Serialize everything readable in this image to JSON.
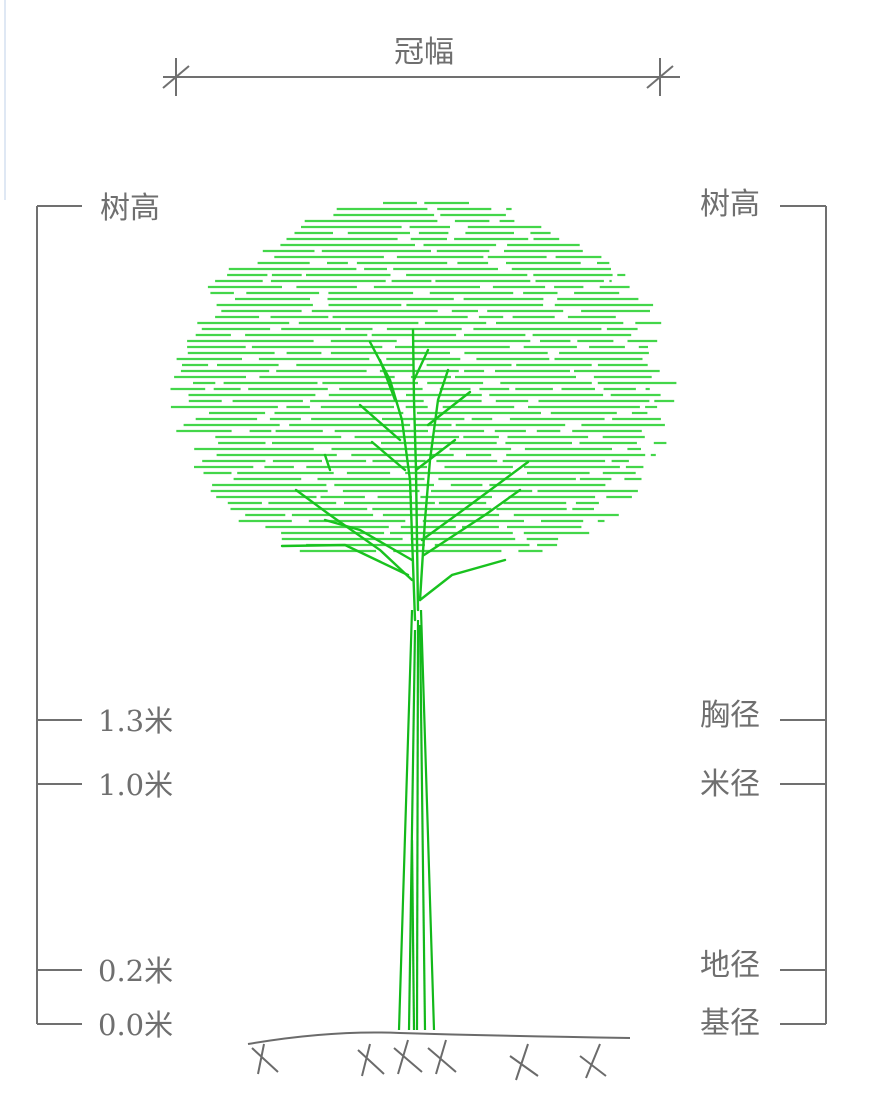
{
  "crown_width": {
    "label": "冠幅"
  },
  "left_scale": {
    "top_label": "树高",
    "marks": [
      {
        "label": "1.3米"
      },
      {
        "label": "1.0米"
      },
      {
        "label": "0.2米"
      },
      {
        "label": "0.0米"
      }
    ]
  },
  "right_scale": {
    "top_label": "树高",
    "marks": [
      {
        "label": "胸径"
      },
      {
        "label": "米径"
      },
      {
        "label": "地径"
      },
      {
        "label": "基径"
      }
    ]
  },
  "colors": {
    "foliage": "#43d64a",
    "branches": "#19c21f",
    "dimension_lines": "#707070",
    "text": "#6f6f6f"
  }
}
